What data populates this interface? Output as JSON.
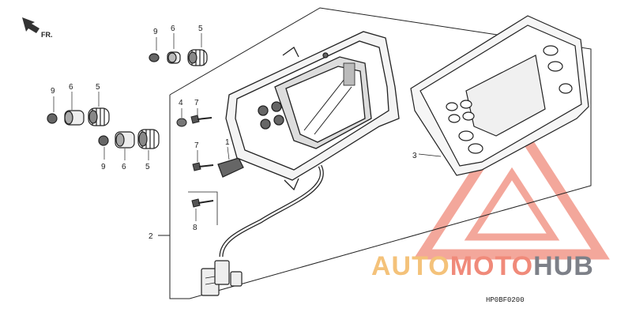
{
  "direction_label": "FR.",
  "parts": [
    {
      "id": "c1",
      "number": "9"
    },
    {
      "id": "c2",
      "number": "6"
    },
    {
      "id": "c3",
      "number": "5"
    },
    {
      "id": "c4",
      "number": "9"
    },
    {
      "id": "c5",
      "number": "6"
    },
    {
      "id": "c6",
      "number": "5"
    },
    {
      "id": "c7",
      "number": "9"
    },
    {
      "id": "c8",
      "number": "6"
    },
    {
      "id": "c9",
      "number": "5"
    },
    {
      "id": "c10",
      "number": "4"
    },
    {
      "id": "c11",
      "number": "7"
    },
    {
      "id": "c12",
      "number": "7"
    },
    {
      "id": "c13",
      "number": "1"
    },
    {
      "id": "c14",
      "number": "8"
    },
    {
      "id": "c15",
      "number": "2"
    },
    {
      "id": "c16",
      "number": "3"
    }
  ],
  "diagram_code": "HP0BF0200",
  "watermark": {
    "part1": "AUTO",
    "part2": "MOTO",
    "part3": "HUB",
    "colors": {
      "part1": "#f4c27a",
      "part2": "#f08a7a",
      "part3": "#7d8088"
    }
  }
}
